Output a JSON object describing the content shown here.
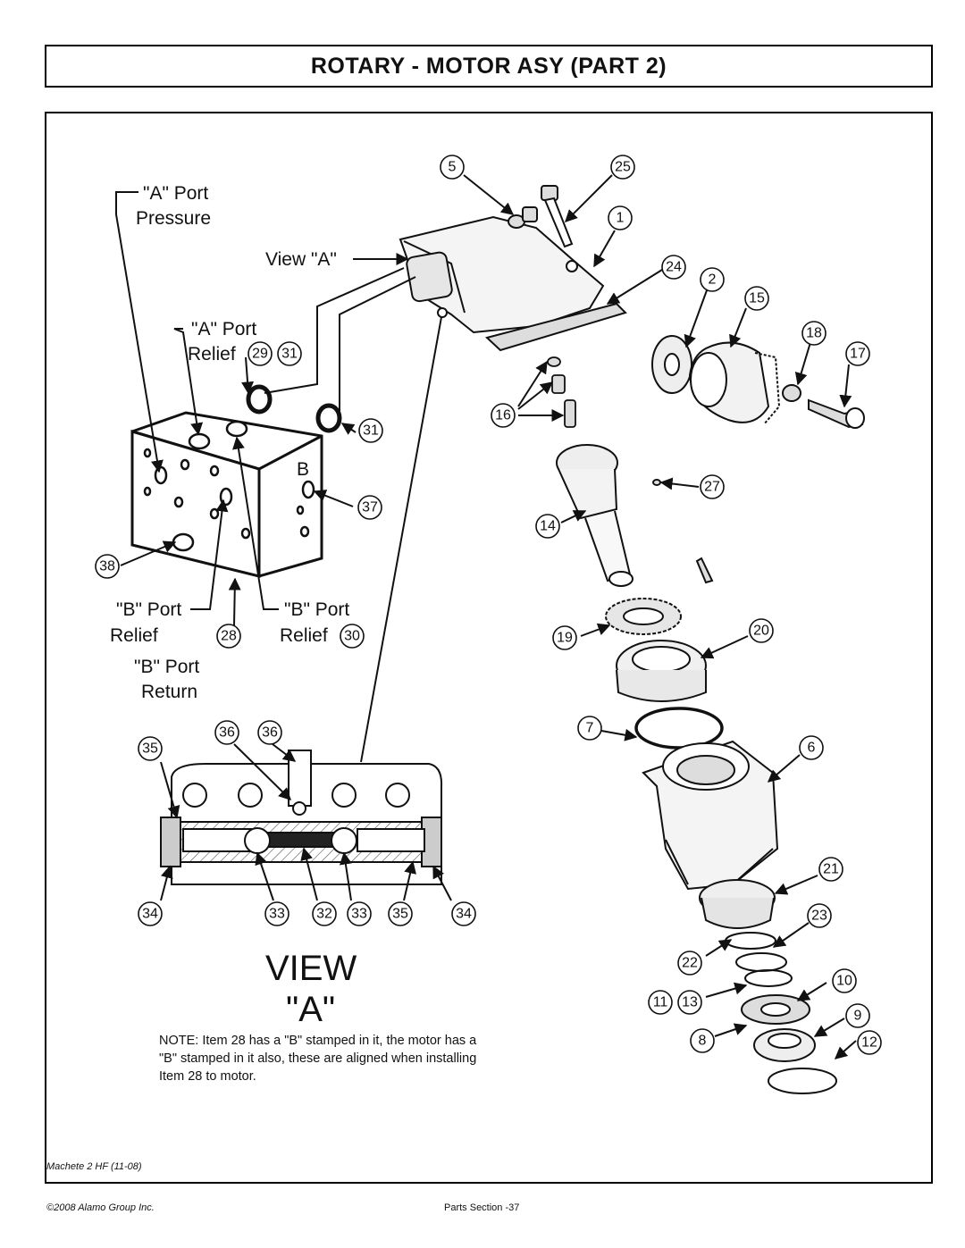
{
  "title": "ROTARY - MOTOR ASY (PART 2)",
  "labels": {
    "a_port_pressure_1": "\"A\" Port",
    "a_port_pressure_2": "Pressure",
    "view_a": "View \"A\"",
    "a_port_relief_1": "\"A\" Port",
    "a_port_relief_2": "Relief",
    "b_letter": "B",
    "b_port_relief_left_1": "\"B\" Port",
    "b_port_relief_left_2": "Relief",
    "b_port_relief_right_1": "\"B\" Port",
    "b_port_relief_right_2": "Relief",
    "b_port_return_1": "\"B\" Port",
    "b_port_return_2": "Return",
    "view_big_1": "VIEW",
    "view_big_2": "\"A\""
  },
  "callouts": [
    "1",
    "2",
    "5",
    "6",
    "7",
    "8",
    "9",
    "10",
    "11",
    "12",
    "13",
    "14",
    "15",
    "16",
    "17",
    "18",
    "19",
    "20",
    "21",
    "22",
    "23",
    "24",
    "25",
    "27",
    "28",
    "29",
    "30",
    "31",
    "31",
    "32",
    "33",
    "33",
    "34",
    "34",
    "35",
    "35",
    "36",
    "36",
    "37",
    "38"
  ],
  "note": "NOTE: Item 28 has a \"B\" stamped in it, the motor has a \"B\" stamped in it also, these are aligned when installing Item 28 to motor.",
  "footer": {
    "model": "Machete 2 HF (11-08)",
    "copyright": "©2008 Alamo Group Inc.",
    "page": "Parts Section -37"
  }
}
